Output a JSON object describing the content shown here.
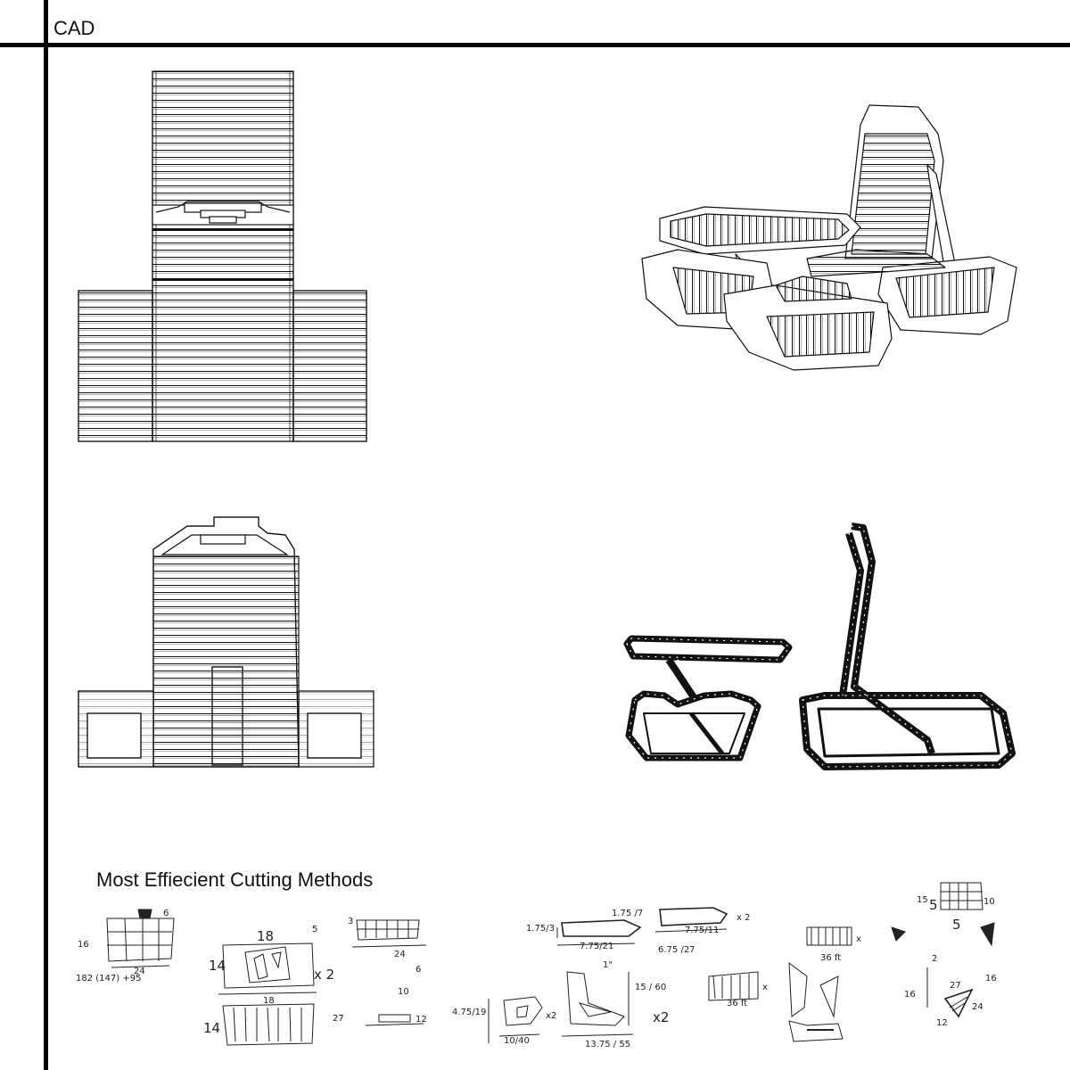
{
  "page": {
    "title": "CAD",
    "cutting_heading": "Most Effiecient Cutting Methods"
  },
  "sketch_notes": {
    "n1": "16",
    "n2": "24",
    "n3": "182 (147) +95",
    "n4": "6",
    "n5": "18",
    "n6": "14",
    "n7": "x 2",
    "n8": "5",
    "n9": "18",
    "n10": "14",
    "n11": "3",
    "n12": "24",
    "n13": "6",
    "n14": "10",
    "n15": "27",
    "n16": "12",
    "n17": "1.75/3",
    "n18": "7.75/21",
    "n19": "1.75 /7",
    "n20": "x 2",
    "n21": "7.75/11",
    "n22": "6.75 /27",
    "n23": "4.75/19",
    "n24": "x2",
    "n25": "10/40",
    "n26": "1\"",
    "n27": "15 / 60",
    "n28": "13.75 / 55",
    "n29": "x2",
    "n30": "x",
    "n31": "36 ft",
    "n32": "x",
    "n33": "36 ft",
    "n34": "15",
    "n35": "5",
    "n36": "10",
    "n37": "5",
    "n38": "2",
    "n39": "16",
    "n40": "27",
    "n41": "12",
    "n42": "24",
    "n43": "16"
  }
}
